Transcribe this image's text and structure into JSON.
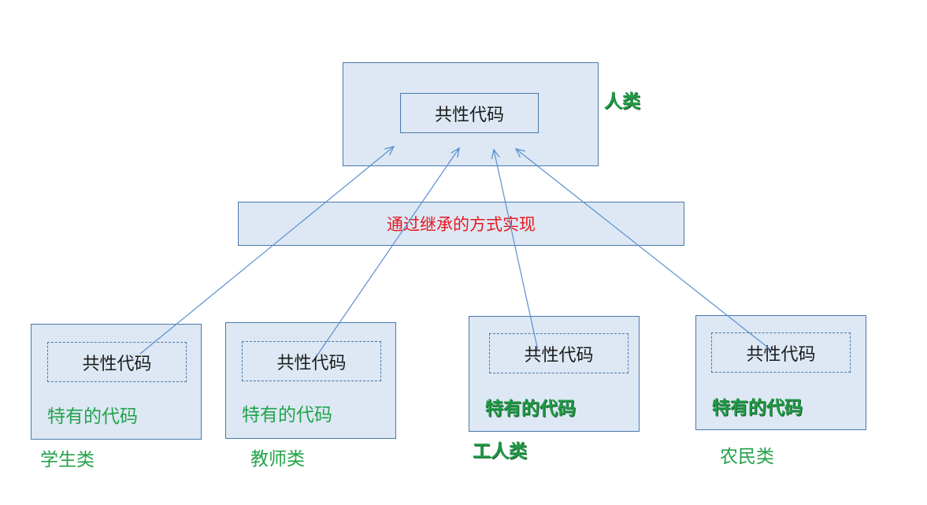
{
  "parent": {
    "common_code": "共性代码",
    "label": "人类"
  },
  "middle": {
    "text": "通过继承的方式实现"
  },
  "children": [
    {
      "common_code": "共性代码",
      "specific_code": "特有的代码",
      "label": "学生类"
    },
    {
      "common_code": "共性代码",
      "specific_code": "特有的代码",
      "label": "教师类"
    },
    {
      "common_code": "共性代码",
      "specific_code": "特有的代码",
      "label": "工人类"
    },
    {
      "common_code": "共性代码",
      "specific_code": "特有的代码",
      "label": "农民类"
    }
  ],
  "colors": {
    "box_fill": "#dde8f4",
    "box_border": "#4a78aa",
    "arrow": "#5b8fd0",
    "label_green": "#22a34a",
    "middle_text": "#e8181e"
  }
}
